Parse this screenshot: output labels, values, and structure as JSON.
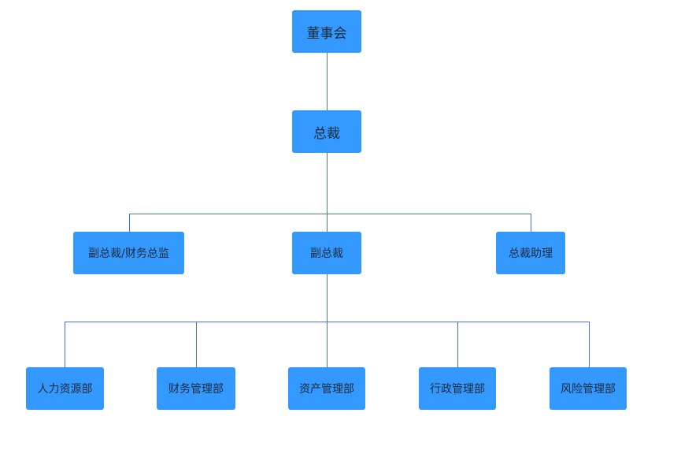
{
  "colors": {
    "node_fill": "#3399ff",
    "connector": "#4a6fd0",
    "text": "#1b2a3a",
    "background": "#ffffff"
  },
  "org": {
    "board": {
      "label": "董事会"
    },
    "president": {
      "label": "总裁"
    },
    "executives": [
      {
        "label": "副总裁/财务总监"
      },
      {
        "label": "副总裁"
      },
      {
        "label": "总裁助理"
      }
    ],
    "departments": [
      {
        "label": "人力资源部"
      },
      {
        "label": "财务管理部"
      },
      {
        "label": "资产管理部"
      },
      {
        "label": "行政管理部"
      },
      {
        "label": "风险管理部"
      }
    ]
  }
}
